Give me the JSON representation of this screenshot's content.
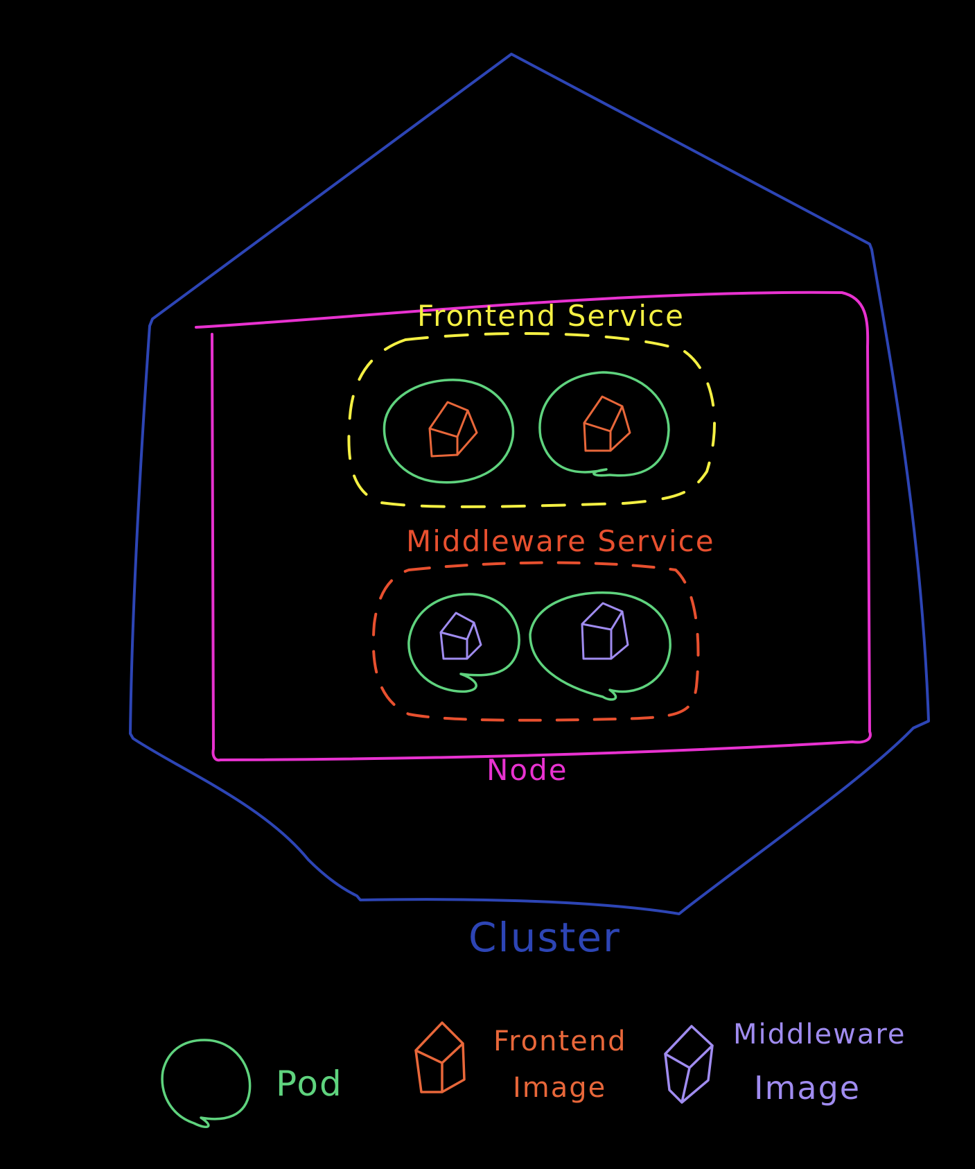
{
  "colors": {
    "background": "#000000",
    "cluster": "#2d45b5",
    "node": "#e832d0",
    "frontend_service": "#f4f043",
    "middleware_service": "#e8502f",
    "pod": "#5fd37e",
    "frontend_image": "#e8673a",
    "middleware_image": "#a08cf0"
  },
  "labels": {
    "frontend_service": "Frontend Service",
    "middleware_service": "Middleware Service",
    "node": "Node",
    "cluster": "Cluster"
  },
  "legend": {
    "pod": "Pod",
    "frontend_image_line1": "Frontend",
    "frontend_image_line2": "Image",
    "middleware_image_line1": "Middleware",
    "middleware_image_line2": "Image"
  },
  "icons": {
    "pod": "circle",
    "frontend_image": "cube",
    "middleware_image": "cube"
  }
}
